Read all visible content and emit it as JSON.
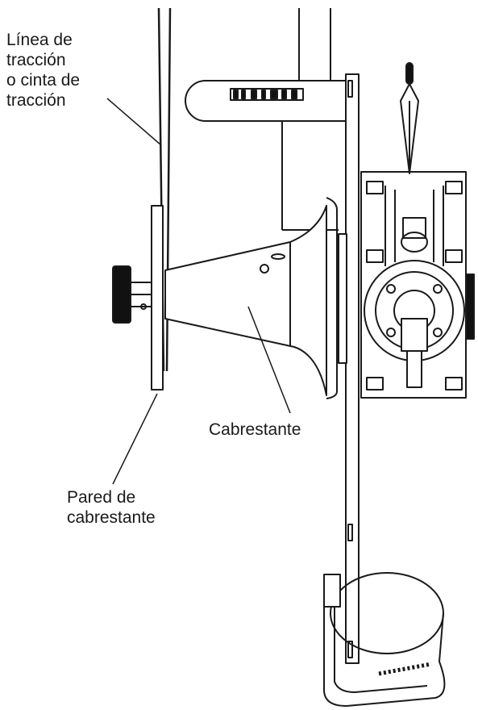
{
  "labels": {
    "traction_line": [
      "Línea de",
      "tracción",
      "o cinta de",
      "tracción"
    ],
    "capstan": "Cabrestante",
    "capstan_wall": [
      "Pared de",
      "cabrestante"
    ]
  },
  "colors": {
    "stroke": "#1a1a1a",
    "fill": "#ffffff",
    "dark": "#111111"
  }
}
